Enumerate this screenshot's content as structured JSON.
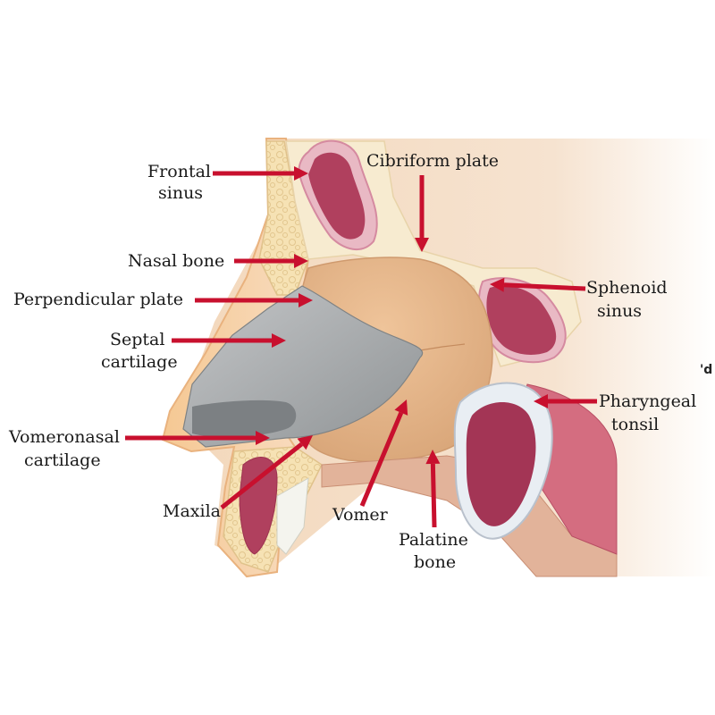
{
  "diagram": {
    "labels": {
      "frontal_sinus_1": "Frontal",
      "frontal_sinus_2": "sinus",
      "cribriform_plate": "Cibriform plate",
      "nasal_bone": "Nasal bone",
      "perpendicular_plate": "Perpendicular plate",
      "septal_cartilage_1": "Septal",
      "septal_cartilage_2": "cartilage",
      "sphenoid_sinus_1": "Sphenoid",
      "sphenoid_sinus_2": "sinus",
      "pharyngeal_tonsil_1": "Pharyngeal",
      "pharyngeal_tonsil_2": "tonsil",
      "vomeronasal_cartilage_1": "Vomeronasal",
      "vomeronasal_cartilage_2": "cartilage",
      "maxila": "Maxila",
      "vomer": "Vomer",
      "palatine_bone_1": "Palatine",
      "palatine_bone_2": "bone",
      "edge_fragment": "'d"
    },
    "colors": {
      "arrow": "#c8102e",
      "skin": "#f2c99a",
      "bone": "#f1dfb2",
      "septum": "#e6b487",
      "cartilage": "#a9acae",
      "sinus": "#b0405e",
      "sinus_rim": "#e9b9c4",
      "tissue": "#e7c9a5",
      "muscle": "#c8546c",
      "tonsil": "#9d3050"
    }
  }
}
